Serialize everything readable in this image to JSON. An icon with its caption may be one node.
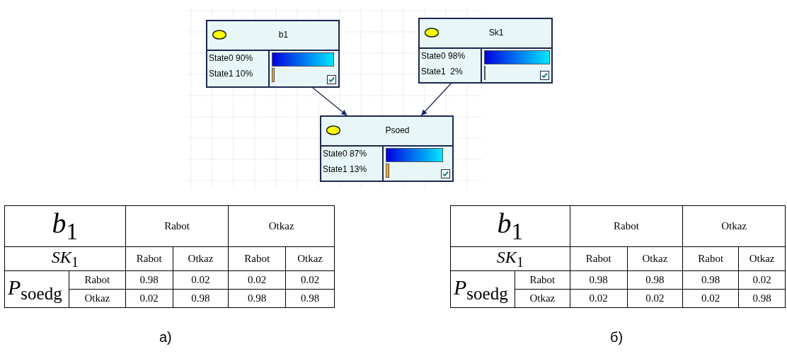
{
  "diagram": {
    "nodes": [
      {
        "text": [
          "b1",
          "State0 90%",
          "State1 10%"
        ]
      },
      {
        "text": [
          "Sk1",
          "State0 98%",
          "State1  2%"
        ]
      },
      {
        "text": [
          "Psoed",
          "State0 87%",
          "State1 13%"
        ]
      }
    ],
    "edges": [
      {
        "from": 0,
        "to": 2,
        "arrow": "to"
      },
      {
        "from": 1,
        "to": 2,
        "arrow": "to"
      }
    ],
    "labels": [
      "*b*$_{1}$",
      "Rabot",
      "Otkaz",
      "*SK*$_{1}$",
      "Rabot",
      "Otkaz",
      "Rabot",
      "Otkaz",
      "*P*$_{soed}$$_{g}$",
      "Rabot",
      "0.98",
      "0.02",
      "0.02",
      "0.02",
      "Otkaz",
      "0.02",
      "0.98",
      "0.98",
      "0.98",
      "а)",
      "*b*$_{1}$",
      "Rabot",
      "Otkaz",
      "*SK*$_{1}$",
      "Rabot",
      "Otkaz",
      "Rabot",
      "Otkaz",
      "*P*$_{soed}$$_{g}$",
      "Rabot",
      "0.98",
      "0.98",
      "0.98",
      "0.02",
      "Otkaz",
      "0.02",
      "0.02",
      "0.02",
      "0.98",
      "б)"
    ]
  }
}
